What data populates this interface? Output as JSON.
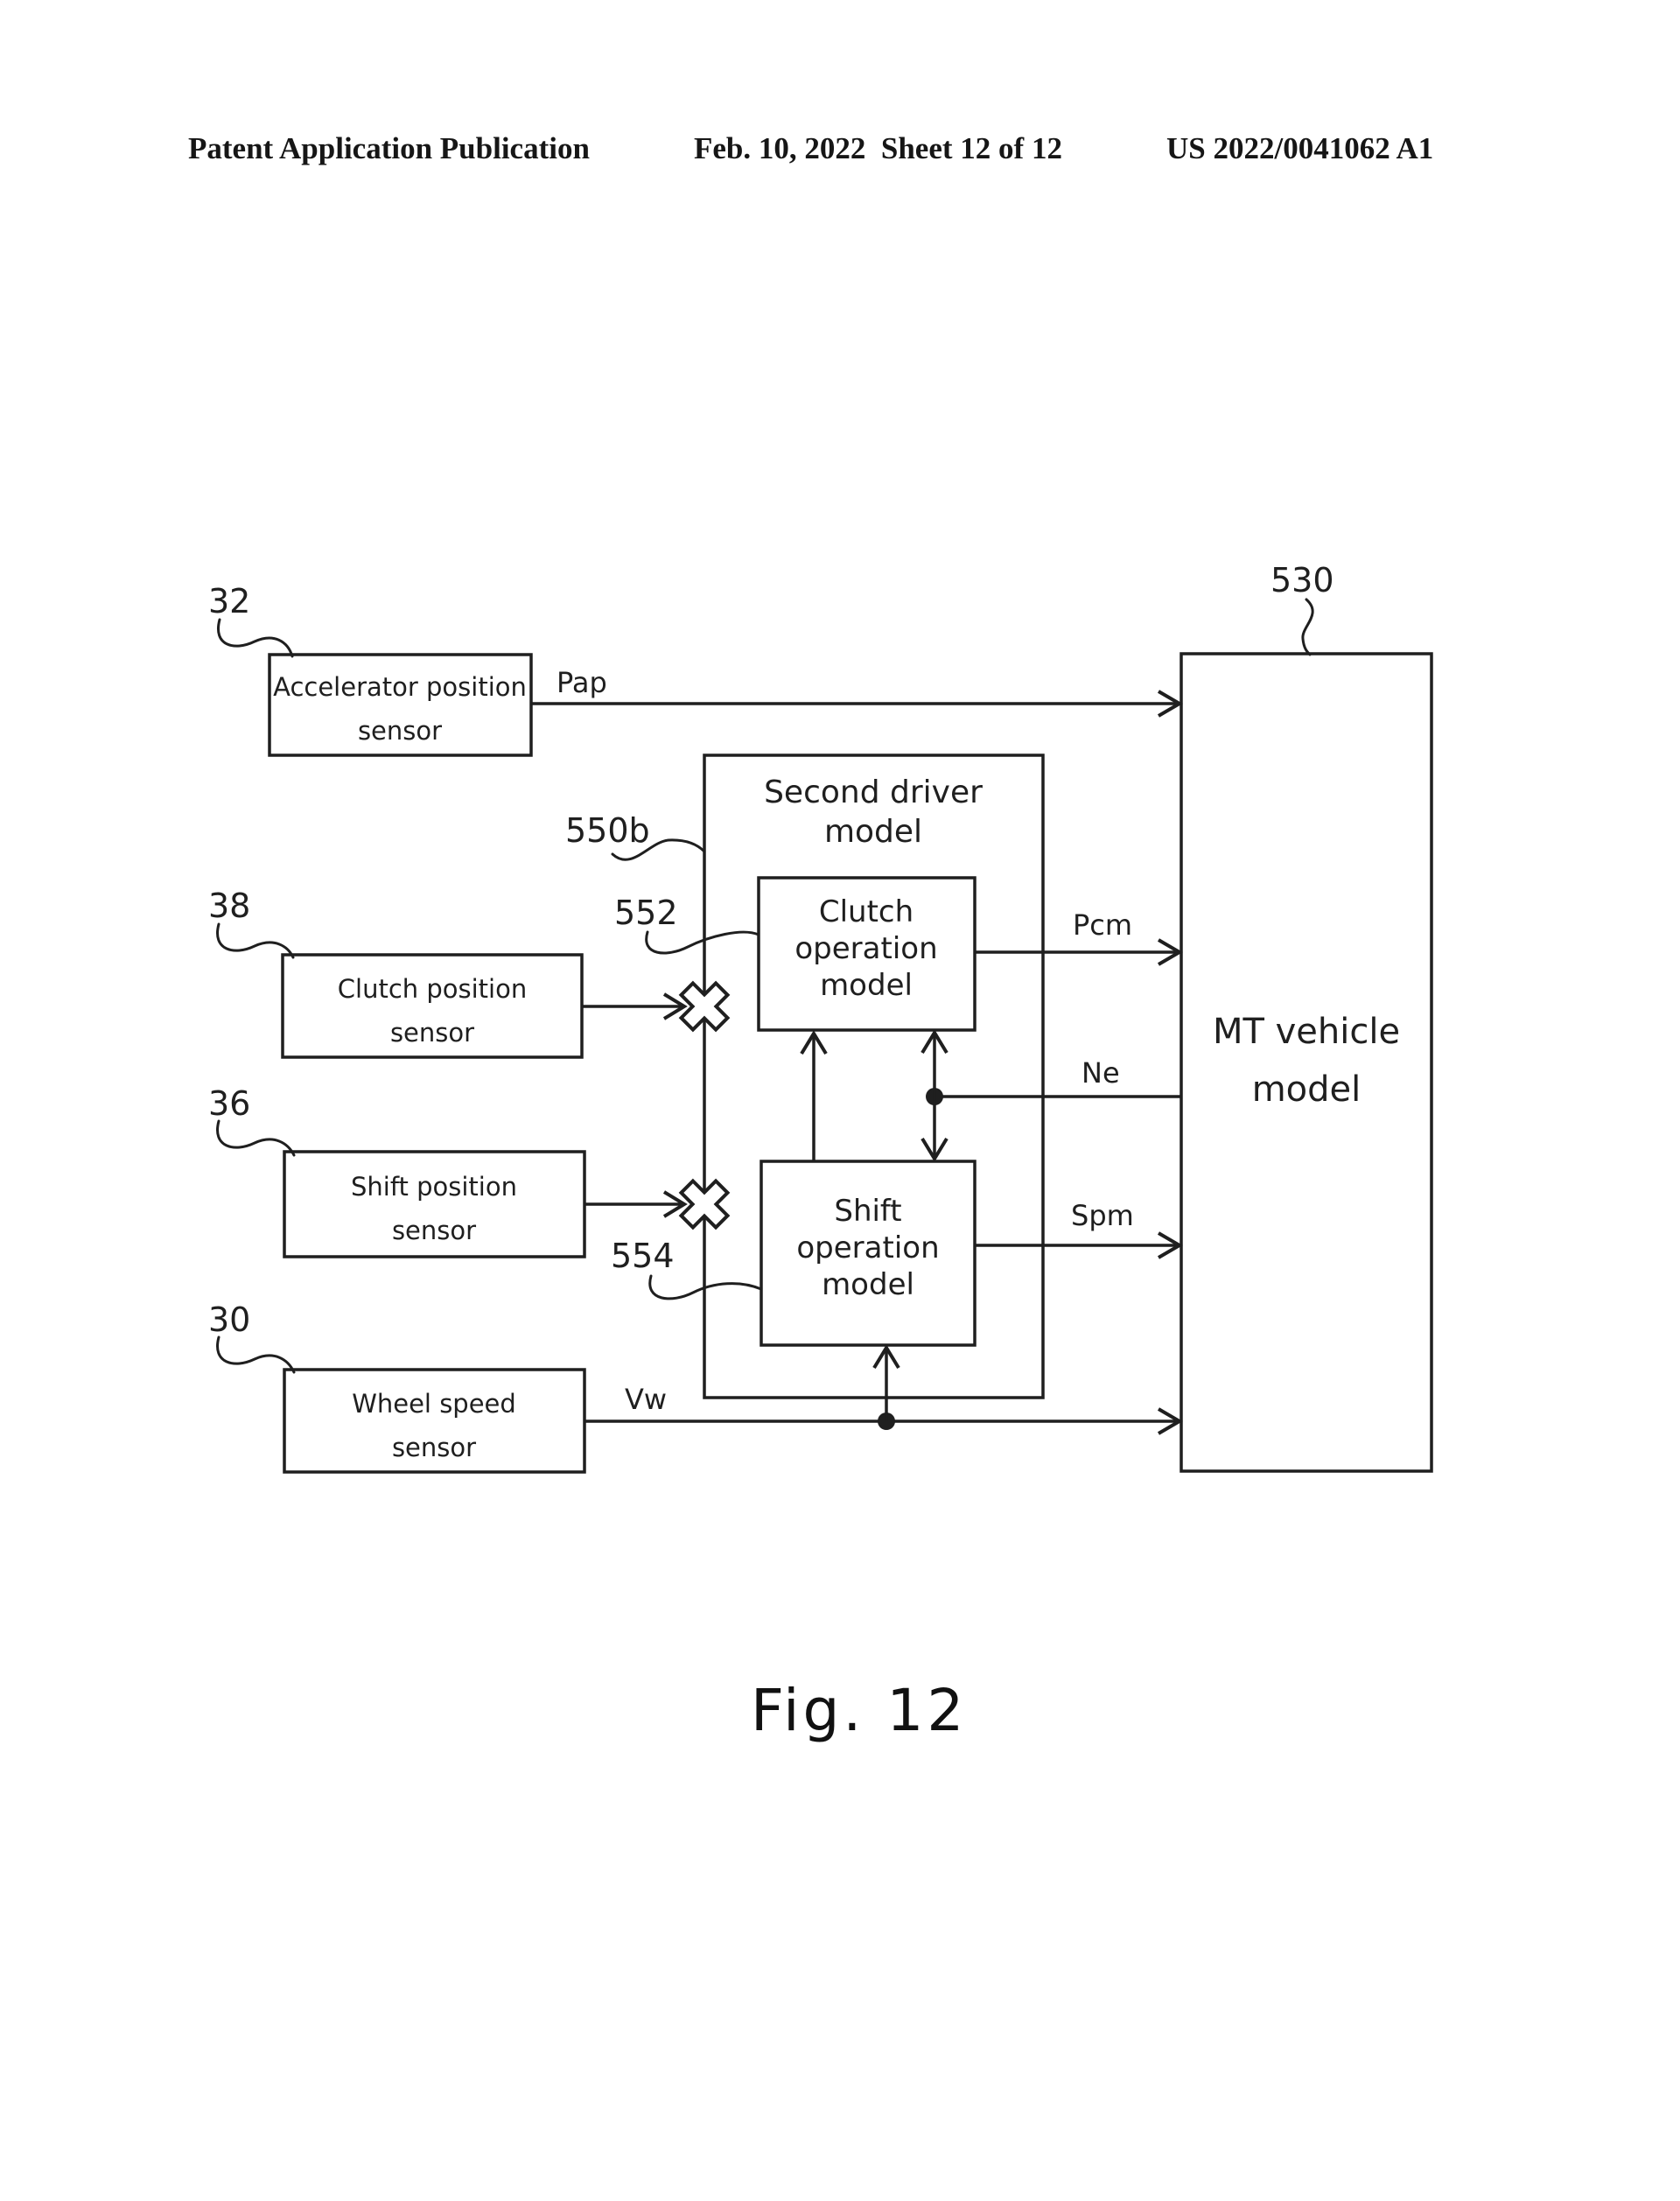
{
  "header": {
    "publication": "Patent Application Publication",
    "date_sheet": "Feb. 10, 2022  Sheet 12 of 12",
    "document_number": "US 2022/0041062 A1"
  },
  "figure_caption": "Fig. 12",
  "diagram": {
    "sensors": {
      "accelerator": {
        "ref": "32",
        "lines": [
          "Accelerator position",
          "sensor"
        ]
      },
      "clutch": {
        "ref": "38",
        "lines": [
          "Clutch position",
          "sensor"
        ]
      },
      "shift": {
        "ref": "36",
        "lines": [
          "Shift position",
          "sensor"
        ]
      },
      "wheel": {
        "ref": "30",
        "lines": [
          "Wheel speed",
          "sensor"
        ]
      }
    },
    "driver_model": {
      "ref": "550b",
      "lines": [
        "Second driver",
        "model"
      ]
    },
    "clutch_operation_model": {
      "ref": "552",
      "lines": [
        "Clutch",
        "operation",
        "model"
      ]
    },
    "shift_operation_model": {
      "ref": "554",
      "lines": [
        "Shift",
        "operation",
        "model"
      ]
    },
    "mt_vehicle_model": {
      "ref": "530",
      "lines": [
        "MT vehicle",
        "model"
      ]
    },
    "signals": {
      "pap": "Pap",
      "pcm": "Pcm",
      "ne": "Ne",
      "spm": "Spm",
      "vw": "Vw"
    },
    "colors": {
      "ink": "#1f1f1f",
      "background": "#ffffff"
    }
  }
}
